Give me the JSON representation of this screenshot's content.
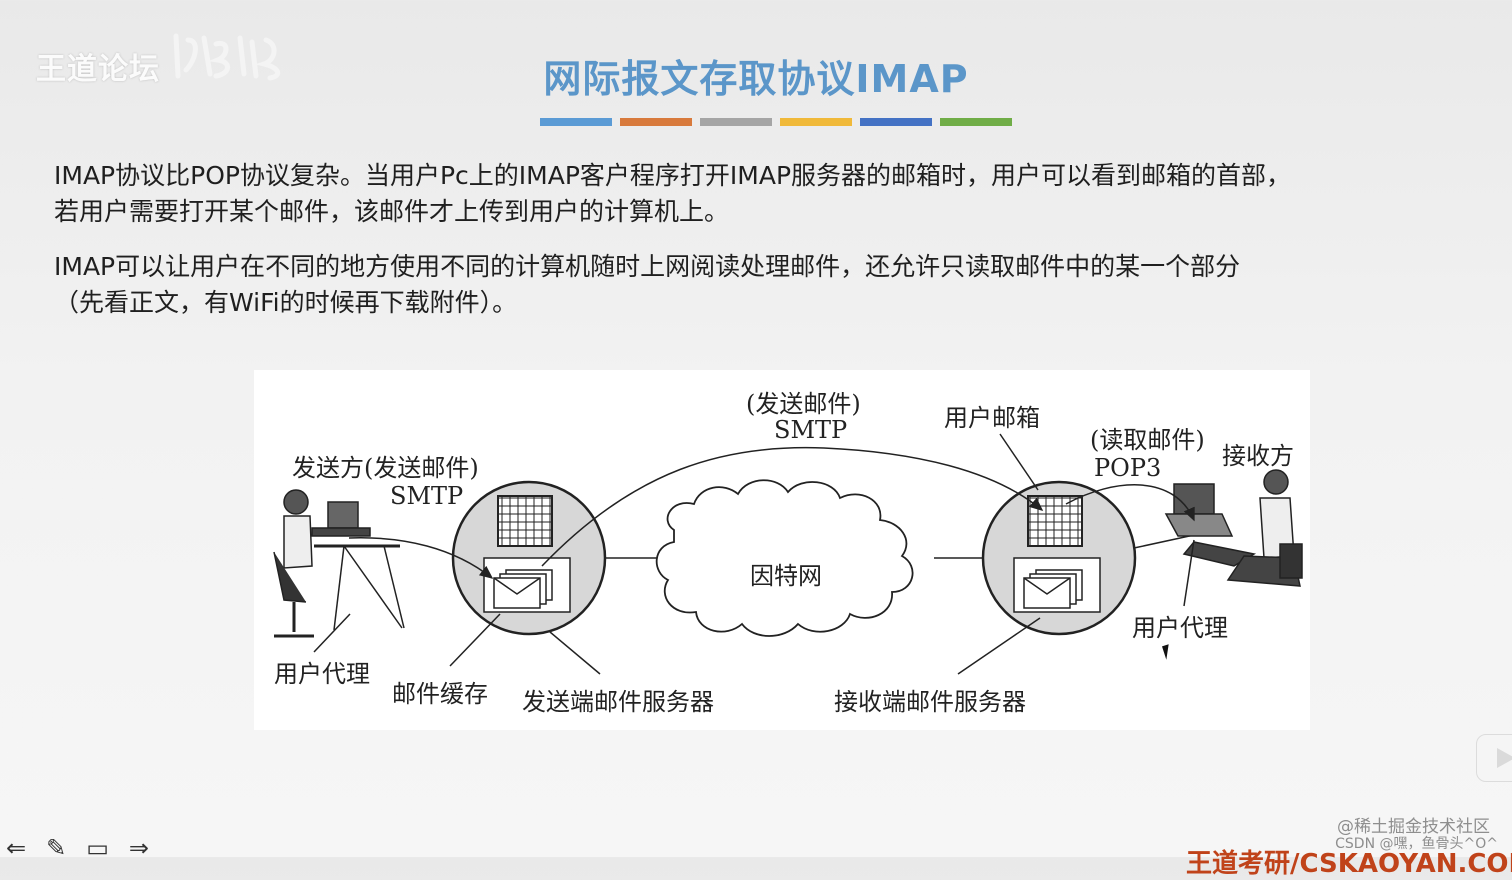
{
  "header": {
    "logo_text": "王道论坛",
    "title": "网际报文存取协议IMAP",
    "bar_colors": [
      "#5b9bd5",
      "#d87a3c",
      "#a5a5a5",
      "#f0b93a",
      "#4472c4",
      "#70ad47"
    ]
  },
  "paragraphs": [
    {
      "line1": "IMAP协议比POP协议复杂。当用户Pc上的IMAP客户程序打开IMAP服务器的邮箱时，用户可以看到邮箱的首部，",
      "line2": "若用户需要打开某个邮件，该邮件才上传到用户的计算机上。"
    },
    {
      "line1": "IMAP可以让用户在不同的地方使用不同的计算机随时上网阅读处理邮件，还允许只读取邮件中的某一个部分",
      "line2": "（先看正文，有WiFi的时候再下载附件）。"
    }
  ],
  "diagram": {
    "sender": "发送方(发送邮件)",
    "sender_protocol": "SMTP",
    "middle_action": "(发送邮件)",
    "middle_protocol": "SMTP",
    "user_mailbox": "用户邮箱",
    "read_action": "(读取邮件)",
    "read_protocol": "POP3",
    "receiver": "接收方",
    "internet": "因特网",
    "left_user_agent": "用户代理",
    "mail_cache": "邮件缓存",
    "send_server": "发送端邮件服务器",
    "recv_server": "接收端邮件服务器",
    "right_user_agent": "用户代理"
  },
  "footer": {
    "icons": [
      "back-arrow-icon",
      "pen-icon",
      "screen-icon",
      "forward-arrow-icon"
    ],
    "icon_glyphs": [
      "⇐",
      "✎",
      "▭",
      "⇒"
    ],
    "site": "王道考研/CSKAOYAN.COM",
    "watermark_juejin": "@稀土掘金技术社区",
    "watermark_csdn": "CSDN @嘿，鱼骨头^O^"
  }
}
